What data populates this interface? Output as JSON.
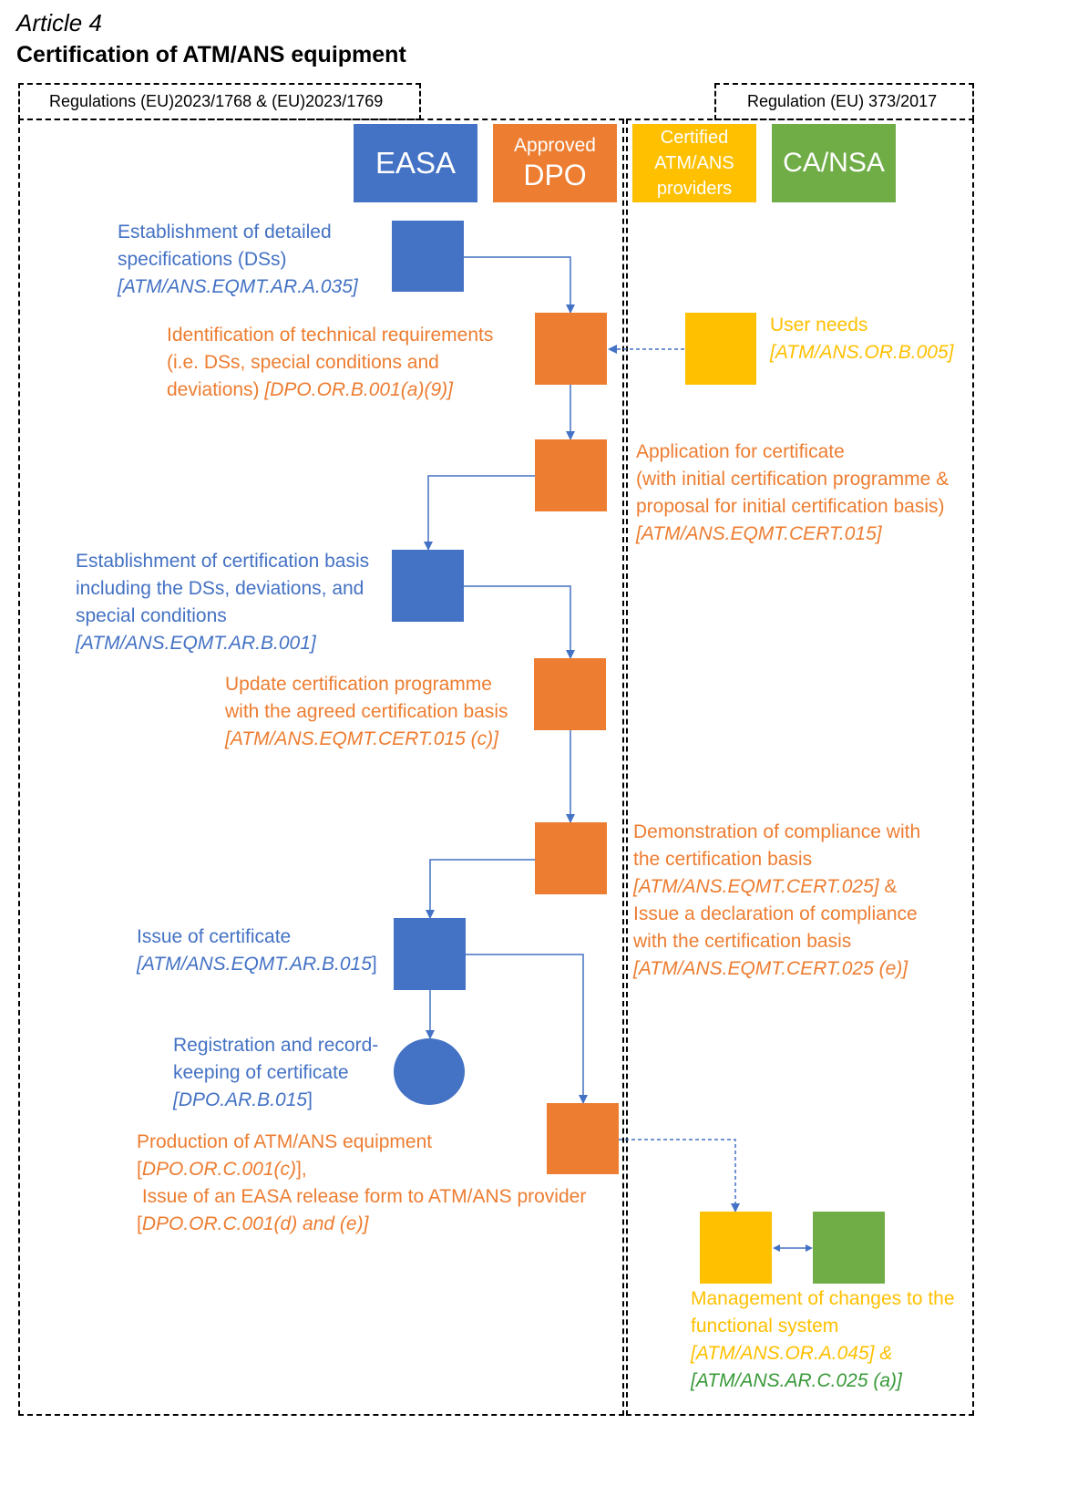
{
  "header": {
    "article": "Article 4",
    "title": "Certification of ATM/ANS equipment"
  },
  "regions": {
    "left_label": "Regulations (EU)2023/1768 & (EU)2023/1769",
    "right_label": "Regulation (EU) 373/2017"
  },
  "legend": {
    "easa": "EASA",
    "dpo_line1": "Approved",
    "dpo_line2": "DPO",
    "providers_line1": "Certified",
    "providers_line2": "ATM/ANS",
    "providers_line3": "providers",
    "ca": "CA/NSA"
  },
  "colors": {
    "easa": "#4472C4",
    "dpo": "#ED7D31",
    "provider": "#FFC000",
    "ca": "#70AD47"
  },
  "steps": {
    "ds": {
      "line1": "Establishment of detailed",
      "line2": "specifications (DSs)",
      "ref": "[ATM/ANS.EQMT.AR.A.035]"
    },
    "tech_req": {
      "line1": "Identification of technical requirements",
      "line2": "(i.e. DSs, special conditions and",
      "line3": "deviations) ",
      "ref": "[DPO.OR.B.001(a)(9)]"
    },
    "user_needs": {
      "line1": "User needs",
      "ref": "[ATM/ANS.OR.B.005]"
    },
    "application": {
      "line1": "Application for certificate",
      "line2": "(with initial certification programme &",
      "line3": "proposal for initial certification basis)",
      "ref": "[ATM/ANS.EQMT.CERT.015]"
    },
    "cert_basis": {
      "line1": "Establishment of certification basis",
      "line2": "including the DSs, deviations, and",
      "line3": "special conditions",
      "ref": "[ATM/ANS.EQMT.AR.B.001]"
    },
    "update_prog": {
      "line1": "Update certification programme",
      "line2": "with the agreed certification basis",
      "ref": "[ATM/ANS.EQMT.CERT.015 (c)]"
    },
    "demonstration": {
      "line1": "Demonstration of compliance with",
      "line2": "the certification basis",
      "ref1": "[ATM/ANS.EQMT.CERT.025]",
      "amp": " &",
      "line3": "Issue a declaration of compliance",
      "line4": "with the certification basis",
      "ref2": "[ATM/ANS.EQMT.CERT.025 (e)]"
    },
    "issue_cert": {
      "line1": "Issue of certificate",
      "ref": "[ATM/ANS.EQMT.AR.B.015",
      "ref_close": "]"
    },
    "registration": {
      "line1": "Registration and record-",
      "line2": "keeping of certificate",
      "ref": "[DPO.AR.B.015",
      "ref_close": "]"
    },
    "production": {
      "line1": "Production of ATM/ANS equipment",
      "ref1_open": "[",
      "ref1": "DPO.OR.C.001(c)",
      "ref1_close": "],",
      "line2": " Issue of an EASA release form to ATM/ANS provider",
      "ref2_open": "[",
      "ref2": "DPO.OR.C.001(d) and (e)]"
    },
    "changes": {
      "line1": "Management of changes to the",
      "line2": "functional system",
      "ref1": "[ATM/ANS.OR.A.045] &",
      "ref2": "[ATM/ANS.AR.C.025 (a)]"
    }
  }
}
